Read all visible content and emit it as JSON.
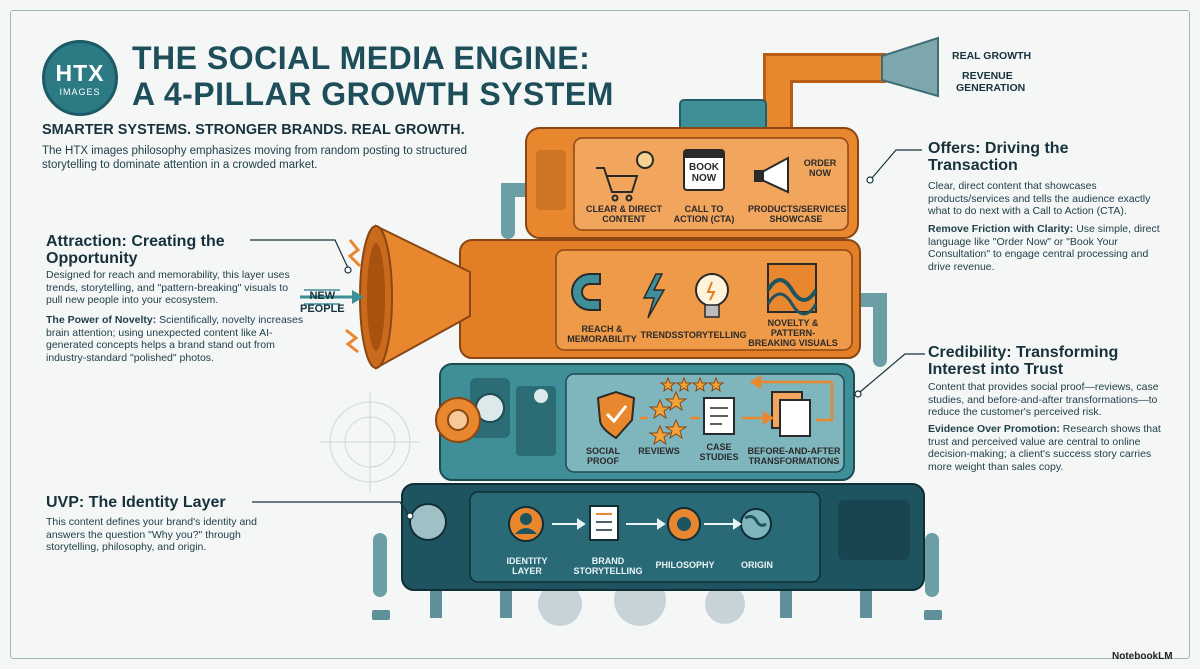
{
  "logo": {
    "main": "HTX",
    "sub": "IMAGES"
  },
  "title": {
    "line1": "THE SOCIAL MEDIA ENGINE:",
    "line2": "A 4-PILLAR GROWTH SYSTEM"
  },
  "tagline": "SMARTER SYSTEMS. STRONGER BRANDS. REAL GROWTH.",
  "intro": "The HTX images philosophy emphasizes moving from random posting to structured storytelling to dominate attention in a crowded market.",
  "top_right": {
    "real_growth": "REAL GROWTH",
    "revenue": "REVENUE",
    "generation": "GENERATION"
  },
  "new_people": {
    "line1": "NEW",
    "line2": "PEOPLE"
  },
  "attraction": {
    "title_line1": "Attraction: Creating the",
    "title_line2": "Opportunity",
    "body": "Designed for reach and memorability, this layer uses trends, storytelling, and \"pattern-breaking\" visuals to pull new people into your ecosystem.",
    "sub_label": "The Power of Novelty:",
    "sub_body": " Scientifically, novelty increases brain attention; using unexpected content like AI-generated concepts helps a brand stand out from industry-standard \"polished\" photos."
  },
  "uvp": {
    "title": "UVP: The Identity Layer",
    "body": "This content defines your brand's identity and answers the question \"Why you?\" through storytelling, philosophy, and origin."
  },
  "offers": {
    "title_line1": "Offers: Driving the",
    "title_line2": "Transaction",
    "body": "Clear, direct content that showcases products/services and tells the audience exactly what to do next with a Call to Action (CTA).",
    "sub_label": "Remove Friction with Clarity:",
    "sub_body": " Use simple, direct language like \"Order Now\" or \"Book Your Consultation\" to engage central processing and drive revenue."
  },
  "credibility": {
    "title_line1": "Credibility: Transforming",
    "title_line2": "Interest into Trust",
    "body": "Content that provides social proof—reviews, case studies, and before-and-after transformations—to reduce the customer's perceived risk.",
    "sub_label": "Evidence Over Promotion:",
    "sub_body": " Research shows that trust and perceived value are central to online decision-making; a client's success story carries more weight than sales copy."
  },
  "engine": {
    "offers_icons": [
      "CLEAR & DIRECT CONTENT",
      "CALL TO ACTION (CTA)",
      "PRODUCTS/SERVICES SHOWCASE"
    ],
    "book_now": "BOOK NOW",
    "order_now": "ORDER NOW",
    "attraction_icons": [
      "REACH & MEMORABILITY",
      "TRENDS",
      "STORYTELLING",
      "NOVELTY & PATTERN-BREAKING VISUALS"
    ],
    "credibility_icons": [
      "SOCIAL PROOF",
      "REVIEWS",
      "CASE STUDIES",
      "BEFORE-AND-AFTER TRANSFORMATIONS"
    ],
    "uvp_icons": [
      "IDENTITY LAYER",
      "BRAND STORYTELLING",
      "PHILOSOPHY",
      "ORIGIN"
    ]
  },
  "footer": "NotebookLM",
  "colors": {
    "orange": "#e9872f",
    "orange_dark": "#b85d16",
    "teal": "#3f8f99",
    "teal_dark": "#225e68",
    "navy": "#1e5360"
  }
}
